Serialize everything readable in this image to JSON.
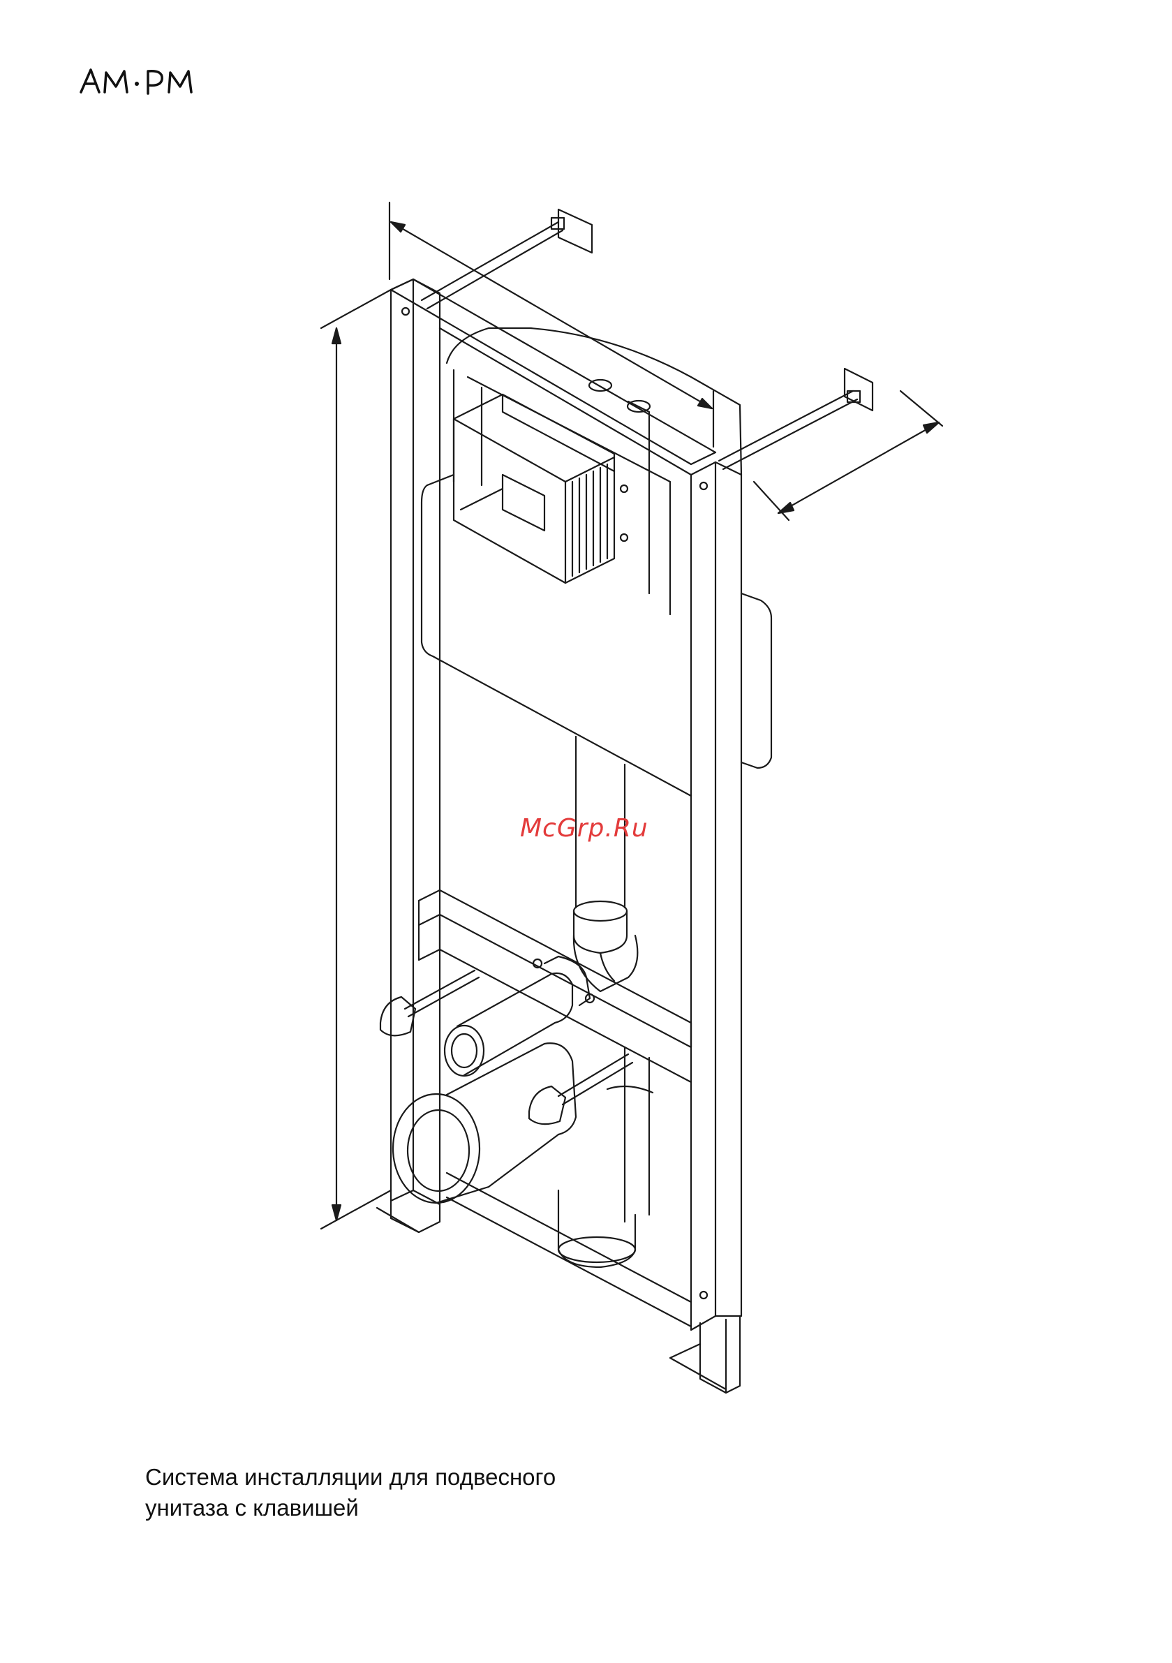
{
  "logo": {
    "text": "AM·PM"
  },
  "watermark": {
    "text": "McGrp.Ru",
    "color": "#e33b3b"
  },
  "caption": {
    "line1": "Система инсталляции для подвесного",
    "line2": "унитаза с клавишей"
  },
  "illustration": {
    "subject": "wall-hung toilet installation frame",
    "line_color": "#1a1a1a"
  }
}
